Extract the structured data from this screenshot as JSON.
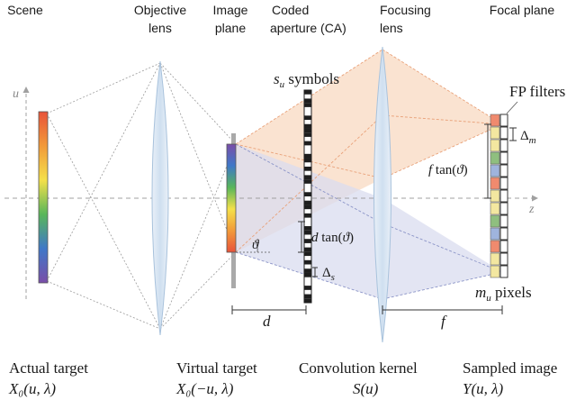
{
  "headers": {
    "scene": "Scene",
    "objective_lens": [
      "Objective",
      "lens"
    ],
    "image_plane": [
      "Image",
      "plane"
    ],
    "coded_aperture": [
      "Coded",
      "aperture (CA)"
    ],
    "focusing_lens": [
      "Focusing",
      "lens"
    ],
    "focal_plane": "Focal plane"
  },
  "axes": {
    "u": "u",
    "z": "z"
  },
  "annotations": {
    "su_symbols": "s_u symbols",
    "fp_filters": "FP filters",
    "delta_m": "Δ_m",
    "f_tan": "f tan(ϑ)",
    "d_tan": "d tan(ϑ)",
    "theta": "ϑ",
    "delta_s": "Δ_s",
    "mu_pixels": "m_u pixels",
    "d": "d",
    "f": "f"
  },
  "footer": [
    {
      "title": "Actual target",
      "formula": "X₀(u, λ)"
    },
    {
      "title": "Virtual target",
      "formula": "X₀(−u, λ)"
    },
    {
      "title": "Convolution kernel",
      "formula": "S(u)"
    },
    {
      "title": "Sampled image",
      "formula": "Y(u, λ)"
    }
  ],
  "colors": {
    "orange_region": "#f8d9c2",
    "blue_region": "#d9dcef",
    "lens": "#dde8f4",
    "filter_red": "#f08a6e",
    "filter_yellow": "#f3e7a0",
    "filter_green": "#8fbf7f",
    "filter_blue": "#9fb4dd"
  }
}
